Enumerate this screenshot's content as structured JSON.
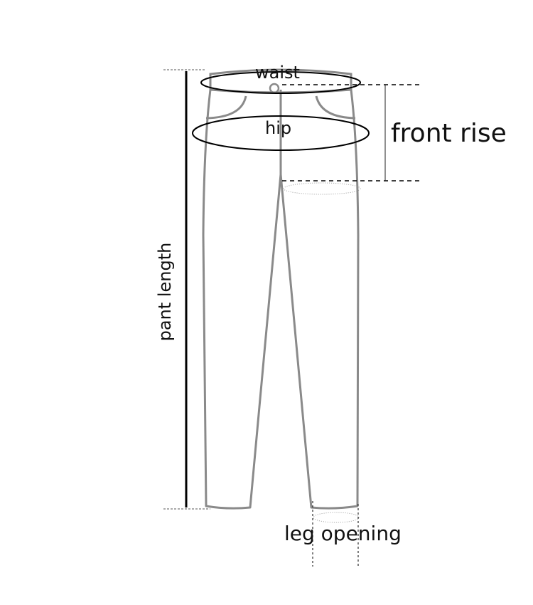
{
  "diagram": {
    "subject": "pants size measurement chart",
    "labels": {
      "waist": "waist",
      "hip": "hip",
      "front_rise": "front rise",
      "pant_length": "pant length",
      "leg_opening": "leg opening"
    },
    "colors": {
      "garment_outline": "#8a8a8a",
      "measure_line": "#111111",
      "background": "#ffffff"
    }
  }
}
